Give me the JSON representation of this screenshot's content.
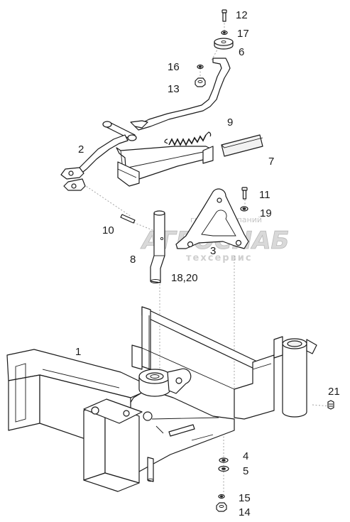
{
  "watermark": {
    "line1": "группа компаний",
    "line2": "АГРОСНАБ",
    "line3": "техсервис"
  },
  "labels": [
    {
      "id": "callout-12",
      "text": "12"
    },
    {
      "id": "callout-17",
      "text": "17"
    },
    {
      "id": "callout-6",
      "text": "6"
    },
    {
      "id": "callout-16",
      "text": "16"
    },
    {
      "id": "callout-13",
      "text": "13"
    },
    {
      "id": "callout-9",
      "text": "9"
    },
    {
      "id": "callout-2",
      "text": "2"
    },
    {
      "id": "callout-7",
      "text": "7"
    },
    {
      "id": "callout-11",
      "text": "11"
    },
    {
      "id": "callout-19",
      "text": "19"
    },
    {
      "id": "callout-10",
      "text": "10"
    },
    {
      "id": "callout-3",
      "text": "3"
    },
    {
      "id": "callout-8",
      "text": "8"
    },
    {
      "id": "callout-18-20",
      "text": "18,20"
    },
    {
      "id": "callout-1",
      "text": "1"
    },
    {
      "id": "callout-21",
      "text": "21"
    },
    {
      "id": "callout-4",
      "text": "4"
    },
    {
      "id": "callout-5",
      "text": "5"
    },
    {
      "id": "callout-15",
      "text": "15"
    },
    {
      "id": "callout-14",
      "text": "14"
    }
  ]
}
